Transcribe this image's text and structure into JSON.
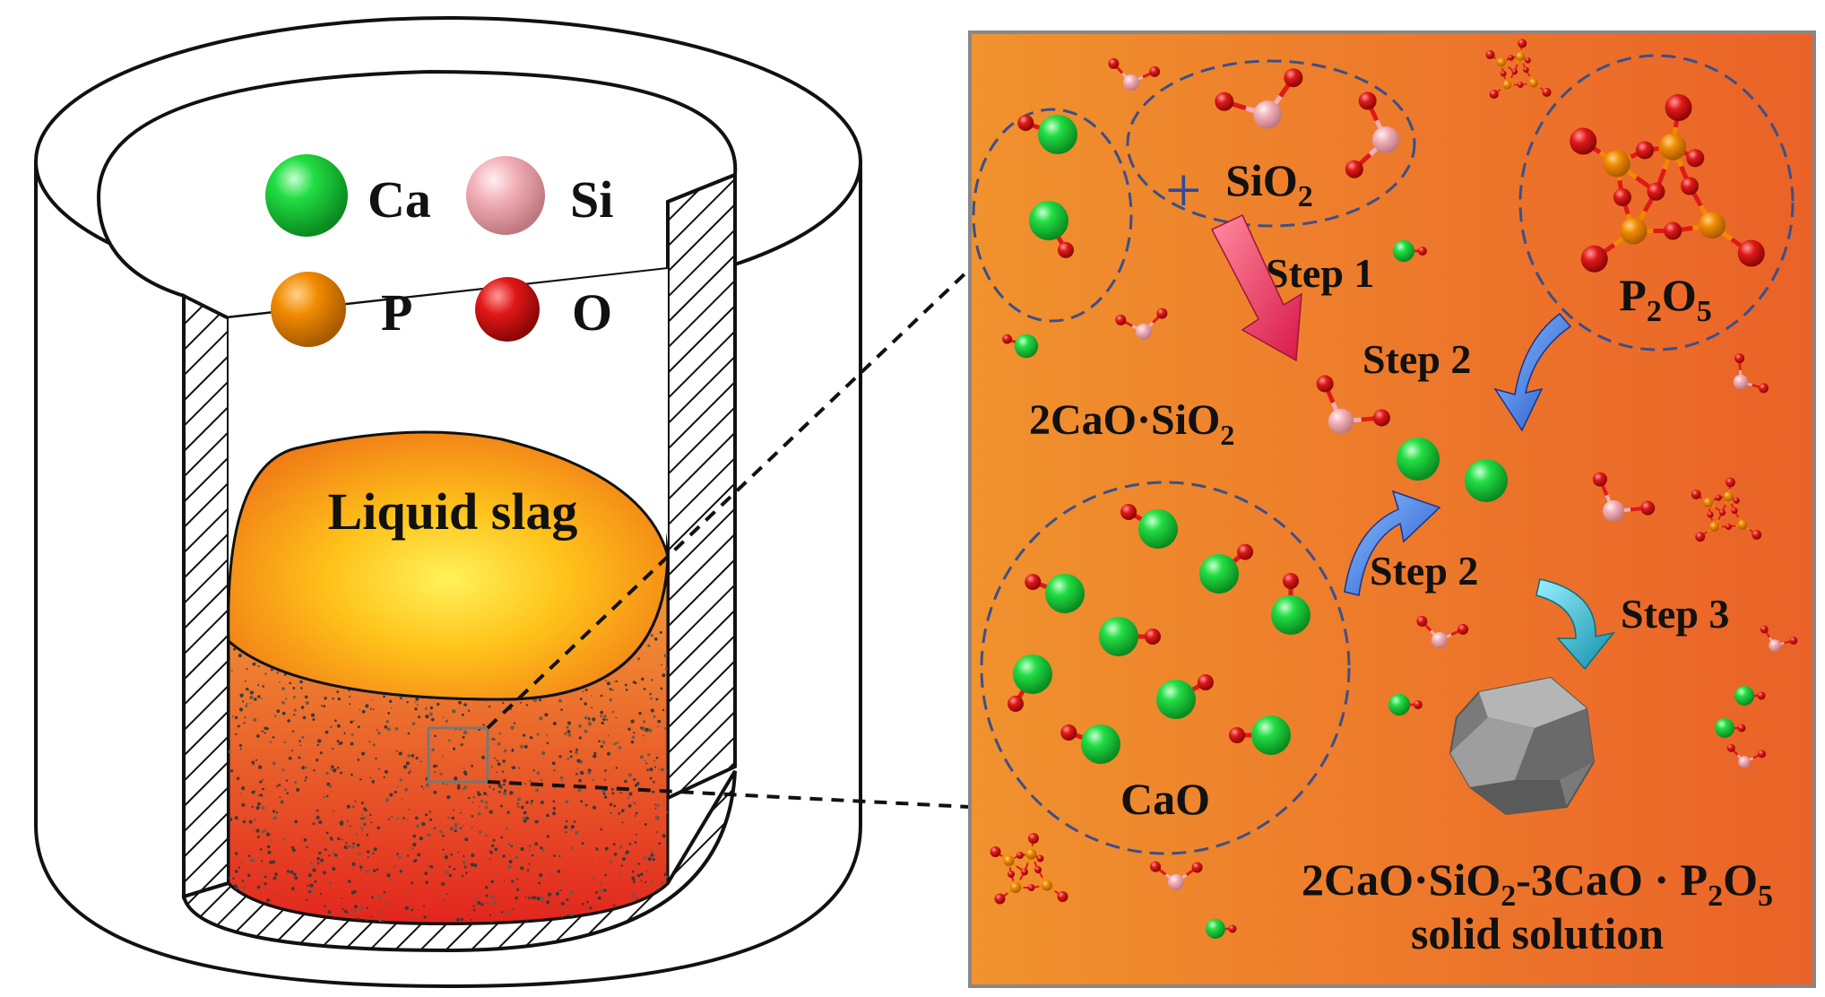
{
  "legend": {
    "ca_label": "Ca",
    "si_label": "Si",
    "p_label": "P",
    "o_label": "O"
  },
  "crucible": {
    "slag_label": "Liquid slag"
  },
  "panel": {
    "sio2": {
      "base": "SiO",
      "sub": "2"
    },
    "p2o5": {
      "a": "P",
      "sub1": "2",
      "b": "O",
      "sub2": "5"
    },
    "c2s": {
      "base": "2CaO·SiO",
      "sub": "2"
    },
    "cao": "CaO",
    "step1": "Step 1",
    "step2a": "Step 2",
    "step2b": "Step 2",
    "step3": "Step 3",
    "plus": "+",
    "product_a": "2CaO·SiO",
    "product_sub1": "2",
    "product_b": "-3CaO · P",
    "product_sub2": "2",
    "product_c": "O",
    "product_sub3": "5",
    "product_line2": "solid solution"
  },
  "colors": {
    "ca": "#22dd44",
    "si": "#f2b0b8",
    "p": "#f08a00",
    "o": "#e01818",
    "panel_left": "#f0902e",
    "panel_right": "#ea6228",
    "slag_top": "#ffd21a",
    "slag_bottom": "#e23a20",
    "arrow_step1": "#e8325a",
    "arrow_step2": "#2f6fe0",
    "arrow_step3": "#17b4c8",
    "rock": "#8c8c8c"
  }
}
